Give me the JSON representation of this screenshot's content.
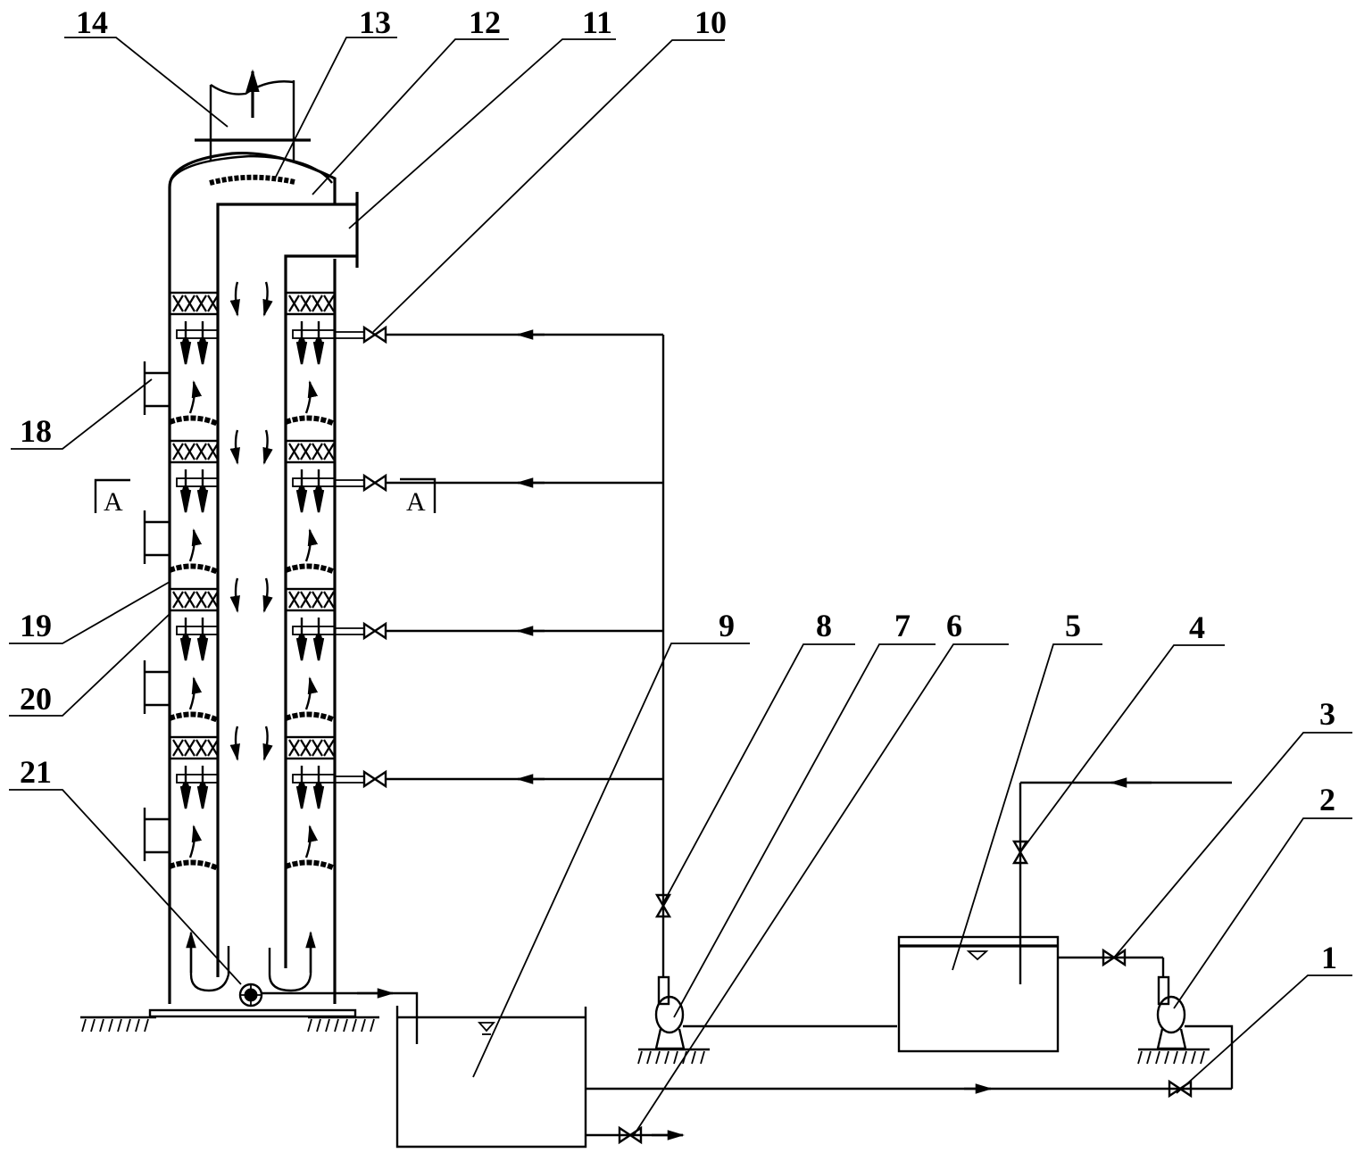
{
  "diagram": {
    "type": "process-flow schematic",
    "subject": "absorption tower with circulating liquid system",
    "callouts": [
      {
        "id": "1",
        "label": "1",
        "target": "valve-bottom-return-line"
      },
      {
        "id": "2",
        "label": "2",
        "target": "pump-right"
      },
      {
        "id": "3",
        "label": "3",
        "target": "valve-pump-right-to-tank"
      },
      {
        "id": "4",
        "label": "4",
        "target": "valve-makeup-feed"
      },
      {
        "id": "5",
        "label": "5",
        "target": "preparation-tank"
      },
      {
        "id": "6",
        "label": "6",
        "target": "drain-valve"
      },
      {
        "id": "7",
        "label": "7",
        "target": "pump-left"
      },
      {
        "id": "8",
        "label": "8",
        "target": "valve-pump-left-discharge"
      },
      {
        "id": "9",
        "label": "9",
        "target": "circulation-tank"
      },
      {
        "id": "10",
        "label": "10",
        "target": "spray-inlet-valve"
      },
      {
        "id": "11",
        "label": "11",
        "target": "gas-inlet-duct"
      },
      {
        "id": "12",
        "label": "12",
        "target": "tower-head"
      },
      {
        "id": "13",
        "label": "13",
        "target": "demister"
      },
      {
        "id": "14",
        "label": "14",
        "target": "gas-outlet-stack"
      },
      {
        "id": "18",
        "label": "18",
        "target": "manhole-flange"
      },
      {
        "id": "19",
        "label": "19",
        "target": "liquid-collector-tray"
      },
      {
        "id": "20",
        "label": "20",
        "target": "packing-layer"
      },
      {
        "id": "21",
        "label": "21",
        "target": "bottom-drain-outlet"
      }
    ],
    "section_marks": [
      {
        "id": "A-left",
        "label": "A"
      },
      {
        "id": "A-right",
        "label": "A"
      }
    ],
    "stages": 4,
    "flow_arrows": [
      "gas-out-up",
      "gas-in-down",
      "liquid-to-tank",
      "makeup-feed",
      "return-to-pump"
    ]
  }
}
